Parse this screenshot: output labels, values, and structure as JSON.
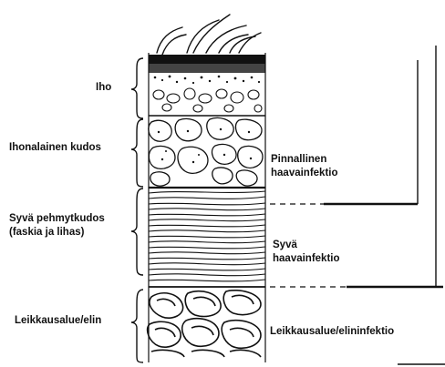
{
  "layers": [
    {
      "id": "skin",
      "label": "Iho"
    },
    {
      "id": "subcutaneous",
      "label": "Ihonalainen kudos"
    },
    {
      "id": "deep-soft-tissue",
      "label_lines": [
        "Syvä pehmytkudos",
        "(faskia ja lihas)"
      ]
    },
    {
      "id": "organ-space",
      "label": "Leikkausalue/elin"
    }
  ],
  "infections": [
    {
      "id": "superficial",
      "label_lines": [
        "Pinnallinen",
        "haavainfektio"
      ]
    },
    {
      "id": "deep",
      "label_lines": [
        "Syvä",
        "haavainfektio"
      ]
    },
    {
      "id": "organ-space",
      "label": "Leikkausalue/elininfektio"
    }
  ],
  "colors": {
    "ink": "#111111",
    "background": "#ffffff"
  }
}
